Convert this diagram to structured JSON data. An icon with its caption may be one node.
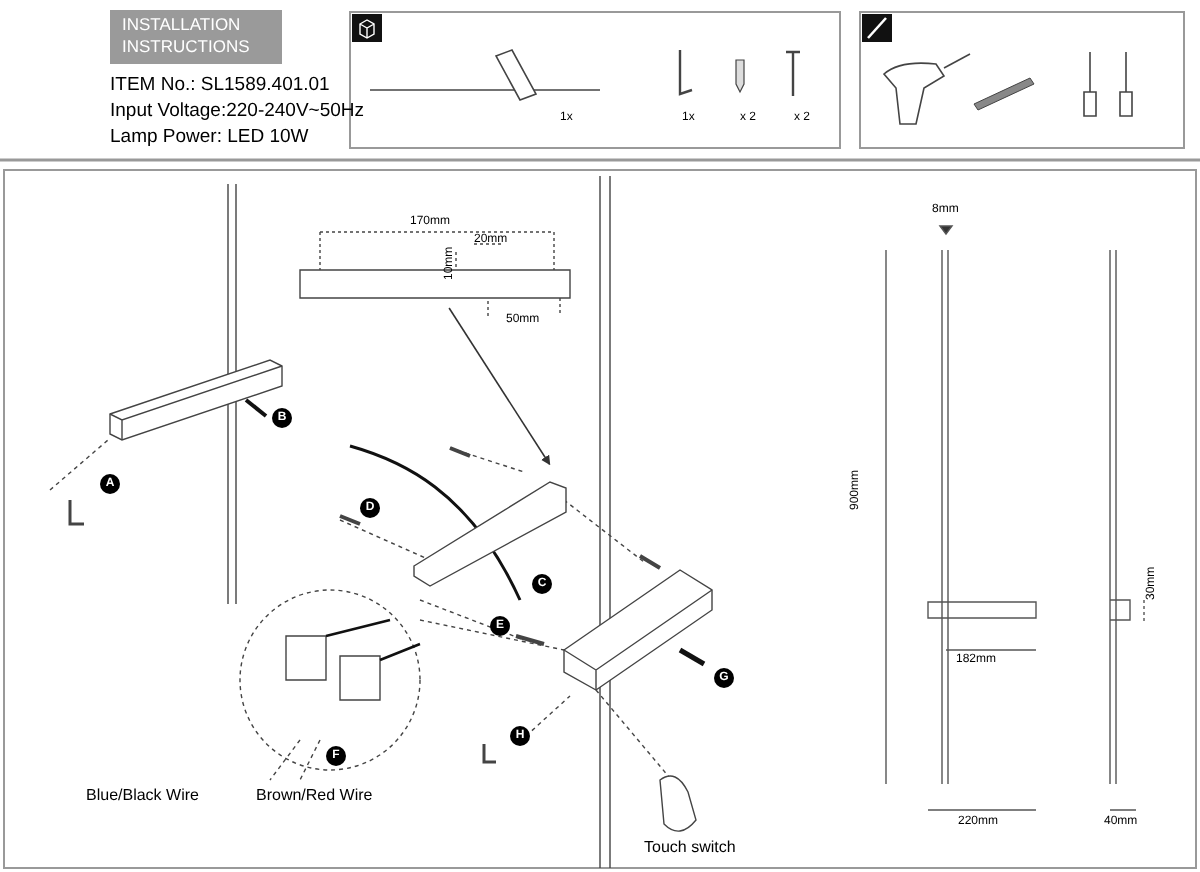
{
  "diagram": {
    "nodes": [
      {
        "text": [
          "INSTALLATION INSTRUCTIONS"
        ]
      },
      {
        "text": [
          "A"
        ]
      },
      {
        "text": [
          "B"
        ]
      },
      {
        "text": [
          "D"
        ]
      },
      {
        "text": [
          "C"
        ]
      },
      {
        "text": [
          "E"
        ]
      },
      {
        "text": [
          "F"
        ]
      },
      {
        "text": [
          "H"
        ]
      },
      {
        "text": [
          "G"
        ]
      },
      {
        "text": [],
        "shape": "box"
      },
      {
        "text": [],
        "shape": "box"
      }
    ],
    "edges": [
      {
        "from": 9,
        "to": 10,
        "arrow": "to"
      }
    ],
    "labels": [
      "ITEM No.: SL1589.401.01",
      "Input Voltage:220-240V~50Hz",
      "Lamp Power: LED 10W",
      "1x",
      "1x",
      "x 2",
      "x 2",
      "170mm",
      "10mm",
      "20mm",
      "50mm",
      "8mm",
      "900mm",
      "182mm",
      "30mm",
      "220mm",
      "40mm",
      "Blue/Black Wire",
      "Brown/Red Wire",
      "Touch switch"
    ]
  }
}
